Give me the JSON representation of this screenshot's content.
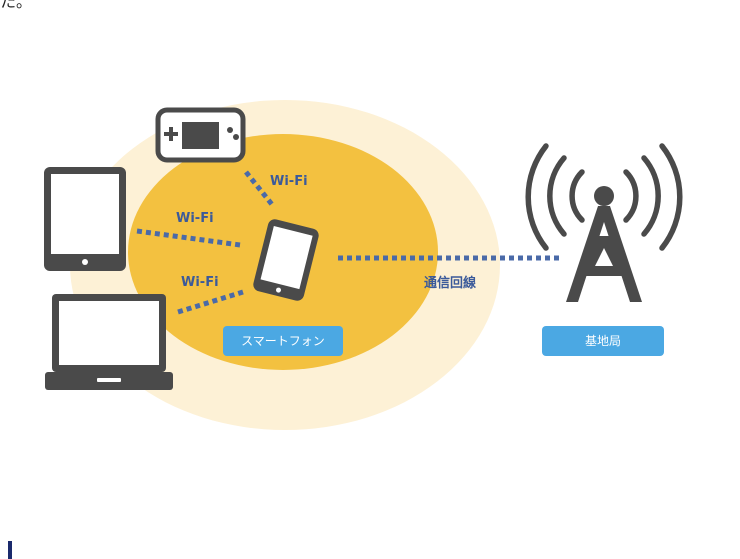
{
  "header": {
    "fragment_text": "た。"
  },
  "diagram": {
    "wifi_labels": [
      "Wi-Fi",
      "Wi-Fi",
      "Wi-Fi"
    ],
    "link_label": "通信回線",
    "smartphone_badge": "スマートフォン",
    "station_badge": "基地局",
    "colors": {
      "outer_zone": "#fdf1d6",
      "inner_zone": "#f3c140",
      "device": "#4a4a4a",
      "link_dots": "#4a6aa8",
      "badge": "#4ba8e3",
      "label_text": "#3b5a9a"
    },
    "icons": [
      "game-console-icon",
      "tablet-icon",
      "laptop-icon",
      "smartphone-icon",
      "cell-tower-icon"
    ]
  }
}
